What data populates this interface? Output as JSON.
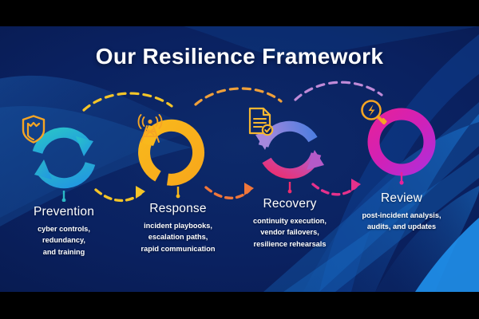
{
  "headline": "Our Resilience Framework",
  "theme": {
    "background_deep": "#07184a",
    "background_mid": "#0d2a6b",
    "ribbon_blue": "#1565c0",
    "ribbon_bright": "#1e88e5",
    "text_primary": "#ffffff"
  },
  "pillars": [
    {
      "id": "prevention",
      "title": "Prevention",
      "desc_lines": [
        "cyber controls,",
        "redundancy,",
        "and training"
      ],
      "icon": "shield-icon",
      "icon_color": "#f5a524",
      "ring_color_a": "#2fb8c6",
      "ring_color_b": "#2196e3",
      "ring_style": "dual-arrow"
    },
    {
      "id": "response",
      "title": "Response",
      "desc_lines": [
        "incident playbooks,",
        "escalation paths,",
        "rapid communication"
      ],
      "icon": "radio-tower-icon",
      "icon_color": "#f5a524",
      "ring_color_a": "#f8b01f",
      "ring_color_b": "#f9c23c",
      "ring_style": "c-arrow"
    },
    {
      "id": "recovery",
      "title": "Recovery",
      "desc_lines": [
        "continuity execution,",
        "vendor failovers,",
        "resilience rehearsals"
      ],
      "icon": "document-check-icon",
      "icon_color": "#f5b731",
      "ring_color_a": "#9b7fd4",
      "ring_color_b": "#ef3f73",
      "ring_style": "dual-arrow"
    },
    {
      "id": "review",
      "title": "Review",
      "desc_lines": [
        "post-incident analysis,",
        "audits, and updates"
      ],
      "icon": "magnifier-bolt-icon",
      "icon_color": "#f5a524",
      "ring_color_a": "#e0219b",
      "ring_color_b": "#c42bd6",
      "ring_style": "solid-ring"
    }
  ],
  "connectors": [
    {
      "id": "prevention-to-response",
      "color": "#f5c528",
      "style": "dashed-arrow"
    },
    {
      "id": "response-to-recovery",
      "color": "#f0763a",
      "style": "dashed-arrow"
    },
    {
      "id": "recovery-to-review",
      "color": "#e5318c",
      "style": "dashed-arrow"
    },
    {
      "id": "upper-arc-one",
      "color": "#f5c528",
      "style": "dashed-arc"
    },
    {
      "id": "upper-arc-two",
      "color": "#f0763a",
      "style": "dashed-arc"
    },
    {
      "id": "upper-arc-three",
      "color": "#c08ad8",
      "style": "dashed-arc"
    }
  ]
}
